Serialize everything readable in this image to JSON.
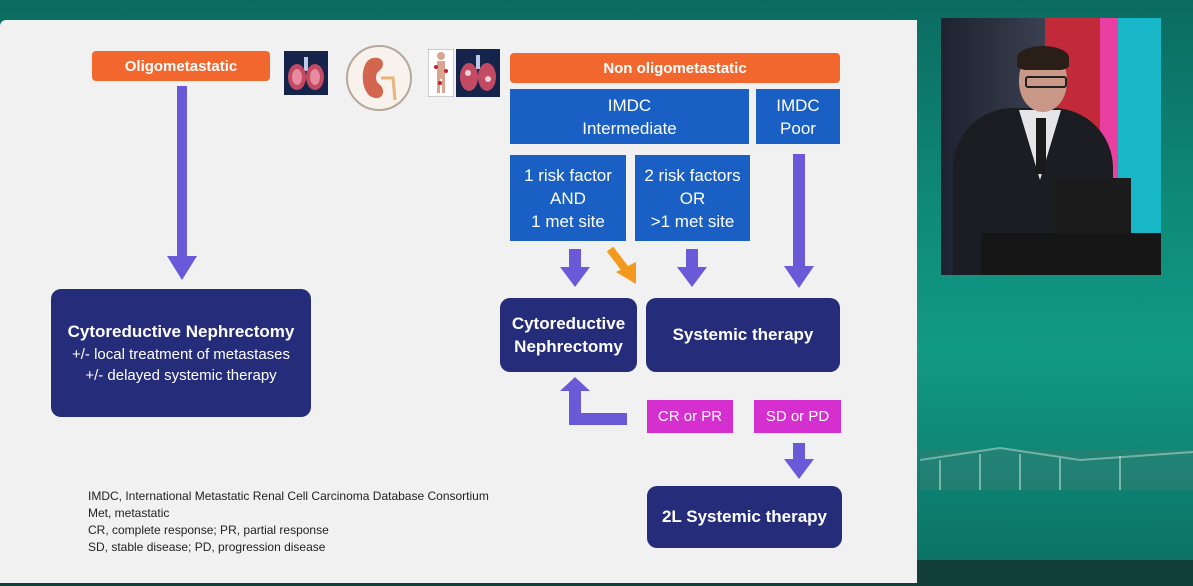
{
  "oligo": {
    "label": "Oligometastatic"
  },
  "non_oligo": {
    "label": "Non oligometastatic"
  },
  "imdc_intermediate": {
    "line1": "IMDC",
    "line2": "Intermediate"
  },
  "imdc_poor": {
    "line1": "IMDC",
    "line2": "Poor"
  },
  "risk1": {
    "line1": "1 risk factor",
    "line2": "AND",
    "line3": "1 met site"
  },
  "risk2": {
    "line1": "2 risk factors",
    "line2": "OR",
    "line3": ">1 met site"
  },
  "cn_left": {
    "title": "Cytoreductive Nephrectomy",
    "line2": "+/- local treatment of metastases",
    "line3": "+/- delayed systemic therapy"
  },
  "cn_right": {
    "line1": "Cytoreductive",
    "line2": "Nephrectomy"
  },
  "systemic": {
    "label": "Systemic therapy"
  },
  "cr_pr": {
    "label": "CR or PR"
  },
  "sd_pd": {
    "label": "SD or PD"
  },
  "second_line": {
    "label": "2L Systemic therapy"
  },
  "legend": [
    "IMDC, International Metastatic Renal Cell Carcinoma Database Consortium",
    "Met, metastatic",
    "CR, complete response; PR, partial response",
    "SD, stable disease; PD, progression disease"
  ],
  "colors": {
    "orange": "#f2672e",
    "blue": "#1a5fc4",
    "navy": "#252d7a",
    "magenta": "#d62fd0",
    "arrow_purple": "#6a5ad8",
    "arrow_orange": "#f39a1e"
  },
  "icons": [
    "lungs-icon",
    "kidney-icon",
    "metastases-body-icon",
    "lungs-icon"
  ]
}
